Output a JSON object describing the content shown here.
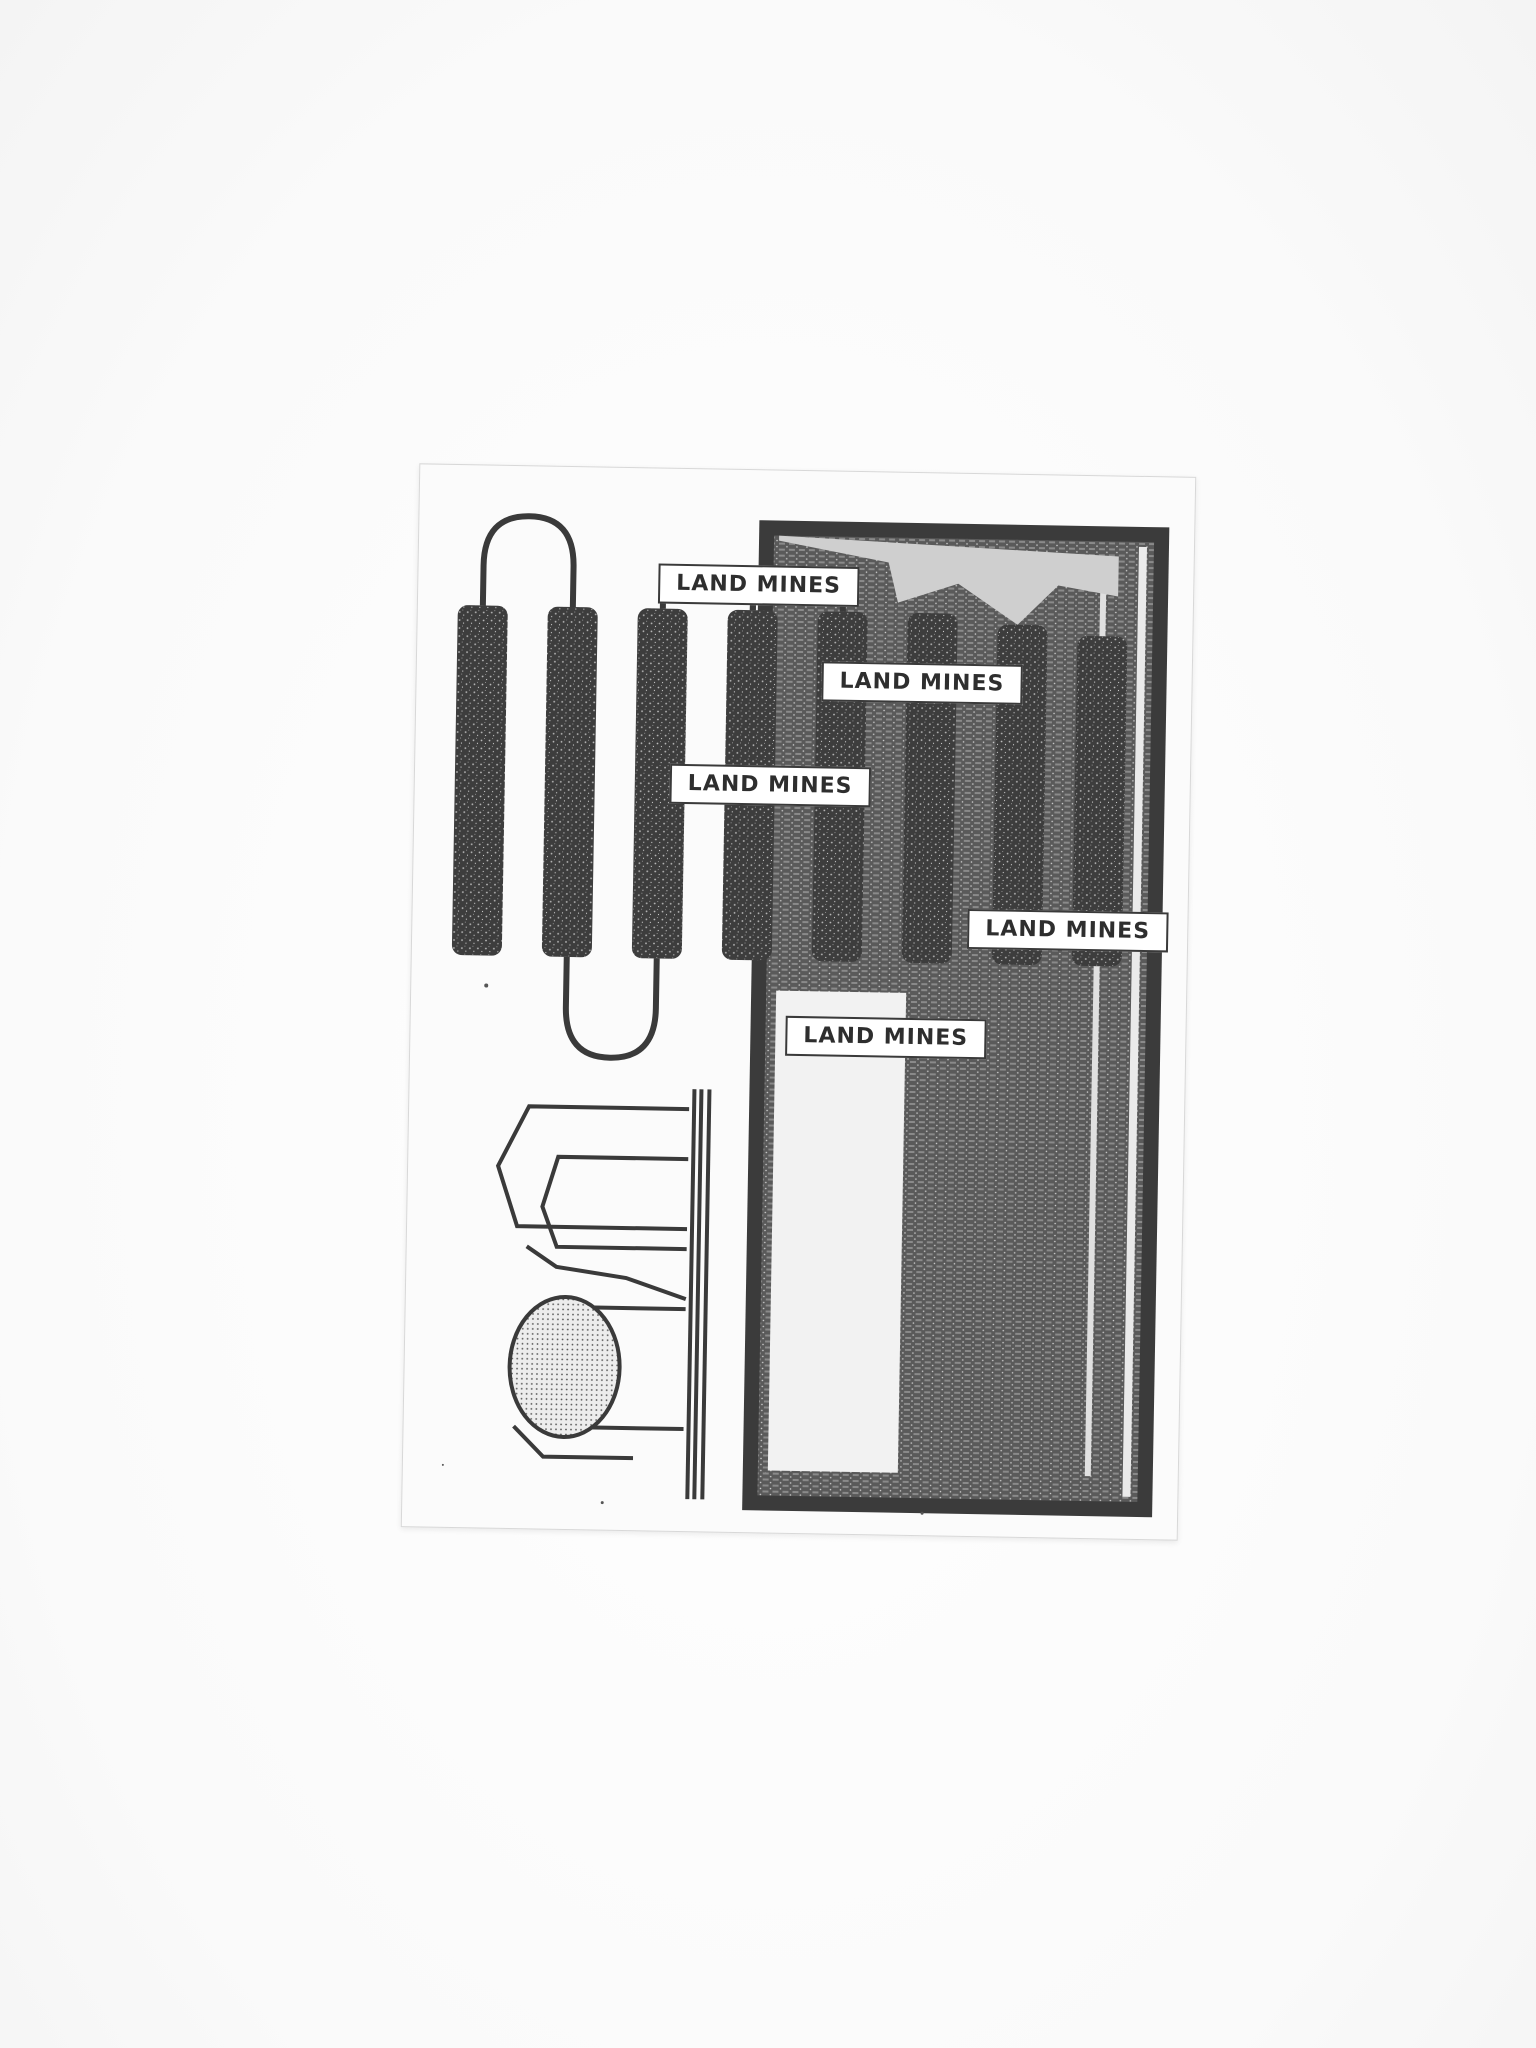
{
  "figure": {
    "labels": [
      {
        "text": "LAND MINES"
      },
      {
        "text": "LAND MINES"
      },
      {
        "text": "LAND MINES"
      },
      {
        "text": "LAND MINES"
      },
      {
        "text": "LAND MINES"
      }
    ]
  },
  "colors": {
    "ink": "#3a3a3a",
    "paper": "#fbfbfb",
    "background": "#fdfdfd"
  }
}
